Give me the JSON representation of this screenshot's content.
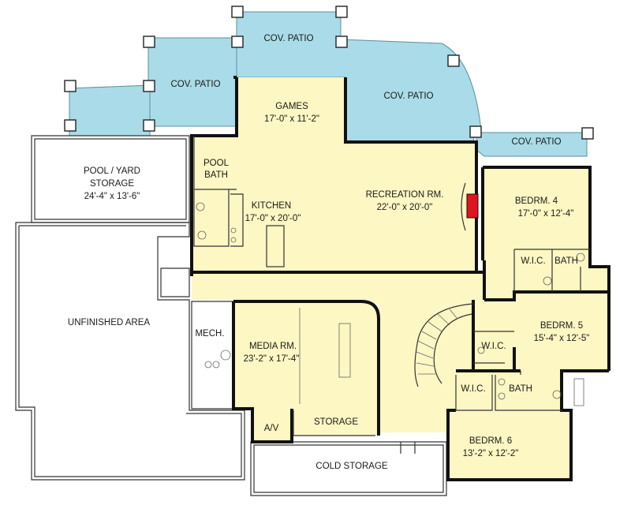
{
  "colors": {
    "patio": "#a9dce8",
    "room": "#fdf7c3",
    "wall": "#111111",
    "fireplace": "#e0141e",
    "background": "#ffffff"
  },
  "labels": {
    "cov_patio_top": "COV. PATIO",
    "cov_patio_left": "COV. PATIO",
    "cov_patio_mid": "COV. PATIO",
    "cov_patio_right": "COV. PATIO",
    "pool_yard_name_1": "POOL / YARD",
    "pool_yard_name_2": "STORAGE",
    "pool_yard_dim": "24'-4\" x 13'-6\"",
    "games_name": "GAMES",
    "games_dim": "17'-0\" x 11'-2\"",
    "pool_bath_1": "POOL",
    "pool_bath_2": "BATH",
    "kitchen_name": "KITCHEN",
    "kitchen_dim": "17'-0\" x 20'-0\"",
    "recreation_name": "RECREATION RM.",
    "recreation_dim": "22'-0\" x 20'-0\"",
    "bedrm4_name": "BEDRM. 4",
    "bedrm4_dim": "17'-0\" x 12'-4\"",
    "wic_top": "W.I.C.",
    "bath_top": "BATH",
    "unfinished": "UNFINISHED AREA",
    "mech": "MECH.",
    "media_name": "MEDIA RM.",
    "media_dim": "23'-2\" x 17'-4\"",
    "wic_mid": "W.I.C.",
    "bedrm5_name": "BEDRM. 5",
    "bedrm5_dim": "15'-4\" x 12'-5\"",
    "wic_low": "W.I.C.",
    "bath_low": "BATH",
    "av": "A/V",
    "storage": "STORAGE",
    "bedrm6_name": "BEDRM. 6",
    "bedrm6_dim": "13'-2\" x 12'-2\"",
    "cold_storage": "COLD STORAGE"
  }
}
